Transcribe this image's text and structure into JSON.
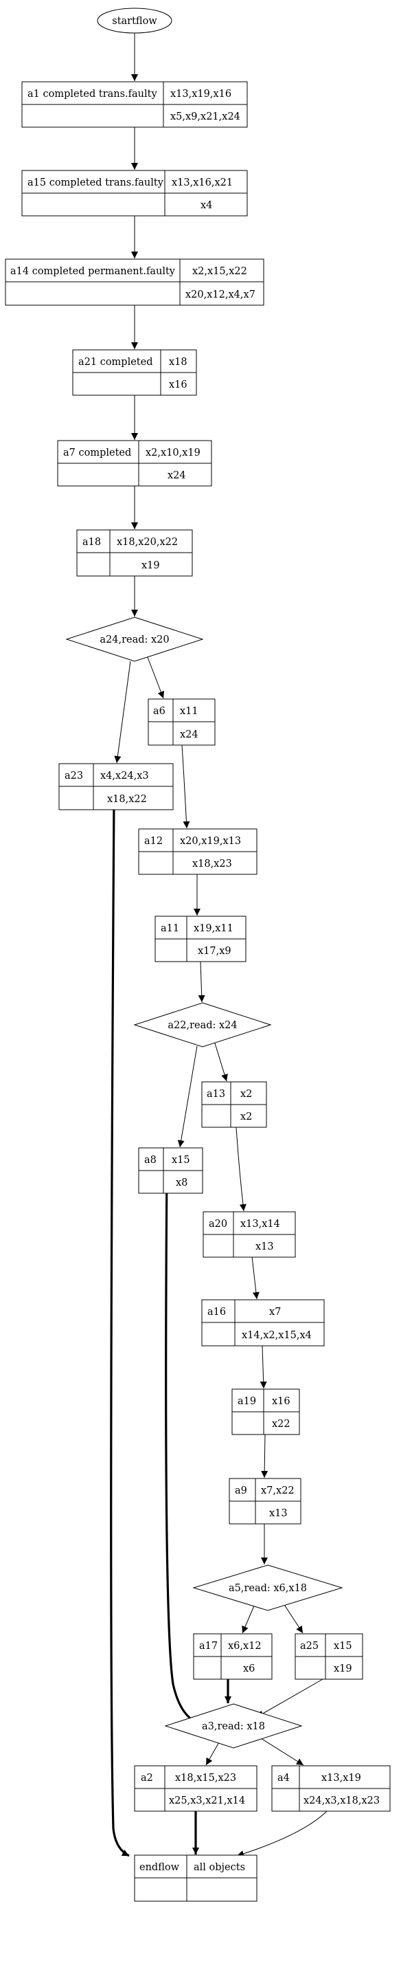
{
  "nodes": {
    "startflow": {
      "label": "startflow"
    },
    "a1": {
      "name": "a1 completed trans.faulty",
      "top": "x13,x19,x16",
      "bottom": "x5,x9,x21,x24"
    },
    "a15": {
      "name": "a15 completed trans.faulty",
      "top": "x13,x16,x21",
      "bottom": "x4"
    },
    "a14": {
      "name": "a14 completed permanent.faulty",
      "top": "x2,x15,x22",
      "bottom": "x20,x12,x4,x7"
    },
    "a21": {
      "name": "a21 completed",
      "top": "x18",
      "bottom": "x16"
    },
    "a7": {
      "name": "a7 completed",
      "top": "x2,x10,x19",
      "bottom": "x24"
    },
    "a18": {
      "name": "a18",
      "top": "x18,x20,x22",
      "bottom": "x19"
    },
    "d_a24": {
      "label": "a24,read: x20"
    },
    "a6": {
      "name": "a6",
      "top": "x11",
      "bottom": "x24"
    },
    "a23": {
      "name": "a23",
      "top": "x4,x24,x3",
      "bottom": "x18,x22"
    },
    "a12": {
      "name": "a12",
      "top": "x20,x19,x13",
      "bottom": "x18,x23"
    },
    "a11": {
      "name": "a11",
      "top": "x19,x11",
      "bottom": "x17,x9"
    },
    "d_a22": {
      "label": "a22,read: x24"
    },
    "a13": {
      "name": "a13",
      "top": "x2",
      "bottom": "x2"
    },
    "a8": {
      "name": "a8",
      "top": "x15",
      "bottom": "x8"
    },
    "a20": {
      "name": "a20",
      "top": "x13,x14",
      "bottom": "x13"
    },
    "a16": {
      "name": "a16",
      "top": "x7",
      "bottom": "x14,x2,x15,x4"
    },
    "a19": {
      "name": "a19",
      "top": "x16",
      "bottom": "x22"
    },
    "a9": {
      "name": "a9",
      "top": "x7,x22",
      "bottom": "x13"
    },
    "d_a5": {
      "label": "a5,read: x6,x18"
    },
    "a17": {
      "name": "a17",
      "top": "x6,x12",
      "bottom": "x6"
    },
    "a25": {
      "name": "a25",
      "top": "x15",
      "bottom": "x19"
    },
    "d_a3": {
      "label": "a3,read: x18"
    },
    "a2": {
      "name": "a2",
      "top": "x18,x15,x23",
      "bottom": "x25,x3,x21,x14"
    },
    "a4": {
      "name": "a4",
      "top": "x13,x19",
      "bottom": "x24,x3,x18,x23"
    },
    "endflow": {
      "name": "endflow",
      "right": "all objects"
    }
  }
}
